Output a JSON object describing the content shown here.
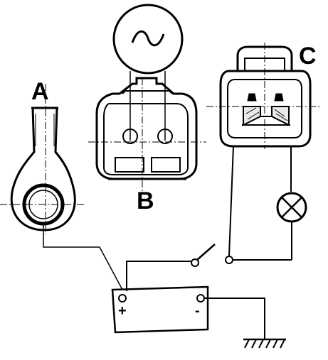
{
  "labels": {
    "a": "A",
    "b": "B",
    "c": "C",
    "plus": "+",
    "minus": "-"
  },
  "symbols": {
    "generator": "ac-source-symbol",
    "lamp": "lamp-symbol",
    "ground": "ground-symbol",
    "switch": "open-switch-symbol"
  },
  "colors": {
    "ink": "#000000",
    "background": "#ffffff"
  }
}
